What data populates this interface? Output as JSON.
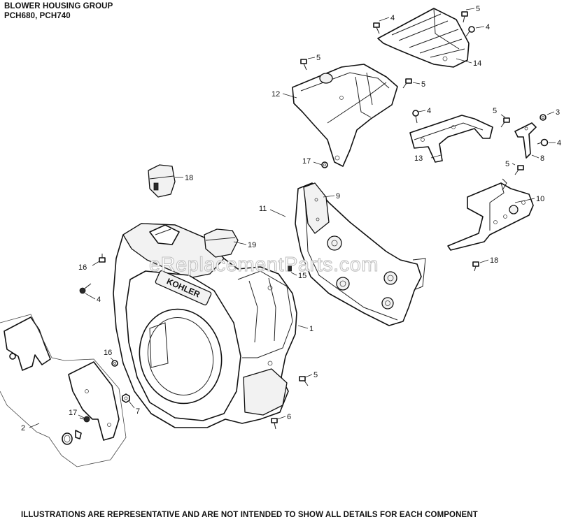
{
  "header": {
    "title_line1": "BLOWER HOUSING GROUP",
    "title_line2": "PCH680, PCH740"
  },
  "watermark": "eReplacementParts.com",
  "logo_text": "KOHLER",
  "footer": "ILLUSTRATIONS ARE REPRESENTATIVE AND ARE NOT INTENDED TO SHOW ALL DETAILS FOR EACH COMPONENT",
  "callouts": [
    {
      "id": "c1",
      "label": "1"
    },
    {
      "id": "c2",
      "label": "2"
    },
    {
      "id": "c3",
      "label": "3"
    },
    {
      "id": "c4a",
      "label": "4"
    },
    {
      "id": "c4b",
      "label": "4"
    },
    {
      "id": "c4c",
      "label": "4"
    },
    {
      "id": "c4d",
      "label": "4"
    },
    {
      "id": "c4e",
      "label": "4"
    },
    {
      "id": "c5a",
      "label": "5"
    },
    {
      "id": "c5b",
      "label": "5"
    },
    {
      "id": "c5c",
      "label": "5"
    },
    {
      "id": "c5d",
      "label": "5"
    },
    {
      "id": "c5e",
      "label": "5"
    },
    {
      "id": "c5f",
      "label": "5"
    },
    {
      "id": "c6",
      "label": "6"
    },
    {
      "id": "c7",
      "label": "7"
    },
    {
      "id": "c8",
      "label": "8"
    },
    {
      "id": "c9",
      "label": "9"
    },
    {
      "id": "c10",
      "label": "10"
    },
    {
      "id": "c11",
      "label": "11"
    },
    {
      "id": "c12",
      "label": "12"
    },
    {
      "id": "c13",
      "label": "13"
    },
    {
      "id": "c14",
      "label": "14"
    },
    {
      "id": "c15",
      "label": "15"
    },
    {
      "id": "c16a",
      "label": "16"
    },
    {
      "id": "c16b",
      "label": "16"
    },
    {
      "id": "c17a",
      "label": "17"
    },
    {
      "id": "c17b",
      "label": "17"
    },
    {
      "id": "c18a",
      "label": "18"
    },
    {
      "id": "c18b",
      "label": "18"
    },
    {
      "id": "c19",
      "label": "19"
    }
  ]
}
